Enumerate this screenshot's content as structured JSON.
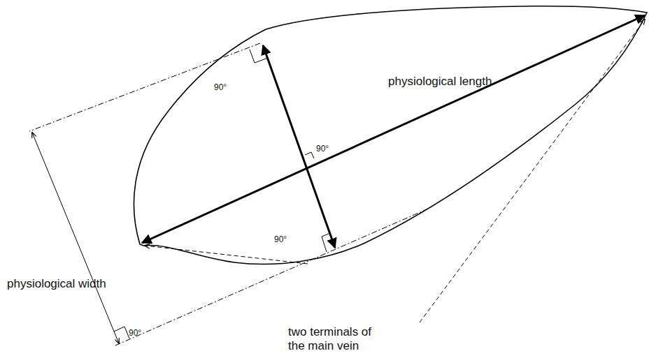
{
  "diagram": {
    "labels": [
      "physiological length",
      "physiological width",
      "two terminals of the main vein",
      "90°",
      "90°",
      "90°",
      "90°"
    ]
  }
}
